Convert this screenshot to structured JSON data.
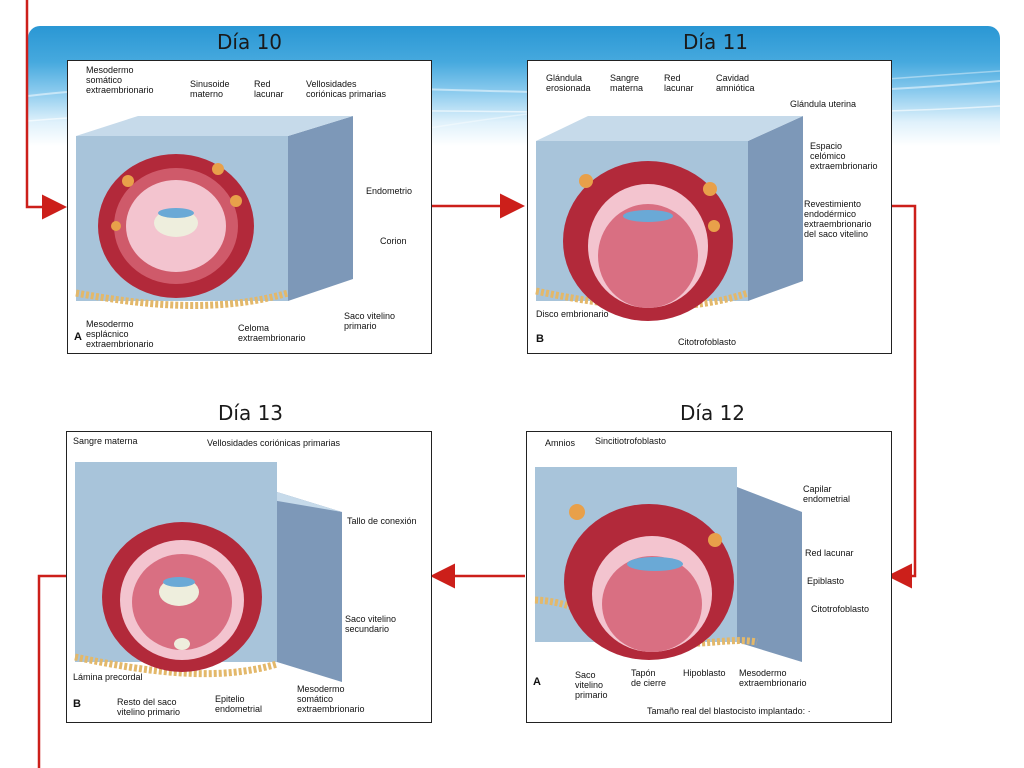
{
  "days": {
    "d10": "Día 10",
    "d11": "Día 11",
    "d12": "Día 12",
    "d13": "Día 13"
  },
  "colors": {
    "arrow": "#cc1f1a",
    "banner": "#2a97d4",
    "tissue": "#a8c4da",
    "blasto": "#b2293a",
    "decidua": "#e3b86a"
  },
  "panels": {
    "d10": {
      "letter": "A",
      "labels": [
        "Mesodermo\nsomático\nextraembrionario",
        "Sinusoide\nmaterno",
        "Red\nlacunar",
        "Vellosidades\ncoriónicas primarias",
        "Endometrio",
        "Corion",
        "Saco vitelino\nprimario",
        "Mesodermo\nesplácnico\nextraembrionario",
        "Celoma\nextraembrionario"
      ]
    },
    "d11": {
      "letter": "B",
      "labels": [
        "Glándula\nerosionada",
        "Sangre\nmaterna",
        "Red\nlacunar",
        "Cavidad\namniótica",
        "Glándula uterina",
        "Espacio\ncelómico\nextraembrionario",
        "Revestimiento\nendodérmico\nextraembrionario\ndel saco vitelino",
        "Disco embrionario",
        "Citotrofoblasto"
      ]
    },
    "d12": {
      "letter": "A",
      "labels": [
        "Amnios",
        "Sincitiotrofoblasto",
        "Capilar\nendometrial",
        "Red lacunar",
        "Epiblasto",
        "Citotrofoblasto",
        "Saco\nvitelino\nprimario",
        "Tapón\nde cierre",
        "Hipoblasto",
        "Mesodermo\nextraembrionario",
        "Tamaño real del blastocisto implantado: ·"
      ]
    },
    "d13": {
      "letter": "B",
      "labels": [
        "Sangre materna",
        "Vellosidades coriónicas primarias",
        "Tallo de conexión",
        "Saco vitelino\nsecundario",
        "Lámina precordal",
        "Resto del saco\nvitelino primario",
        "Epitelio\nendometrial",
        "Mesodermo\nsomático\nextraembrionario"
      ]
    }
  }
}
